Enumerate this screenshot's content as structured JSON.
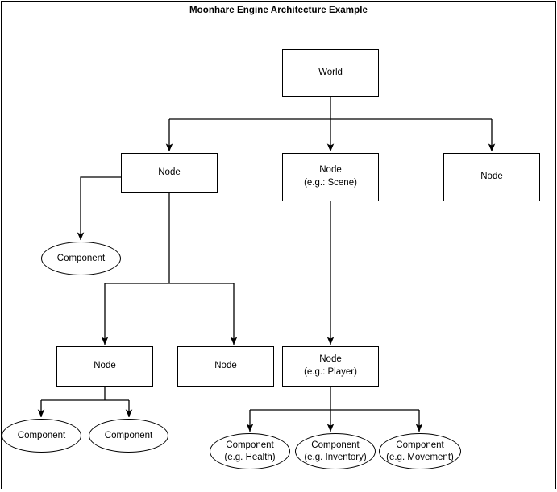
{
  "window": {
    "title": "Moonhare Engine Architecture Example"
  },
  "diagram": {
    "type": "tree-hierarchy",
    "nodes": [
      {
        "id": "world",
        "shape": "rect",
        "line1": "World",
        "line2": ""
      },
      {
        "id": "node-a",
        "shape": "rect",
        "line1": "Node",
        "line2": ""
      },
      {
        "id": "node-scene",
        "shape": "rect",
        "line1": "Node",
        "line2": "(e.g.: Scene)"
      },
      {
        "id": "node-c",
        "shape": "rect",
        "line1": "Node",
        "line2": ""
      },
      {
        "id": "comp-a",
        "shape": "ellipse",
        "line1": "Component",
        "line2": ""
      },
      {
        "id": "node-d",
        "shape": "rect",
        "line1": "Node",
        "line2": ""
      },
      {
        "id": "node-e",
        "shape": "rect",
        "line1": "Node",
        "line2": ""
      },
      {
        "id": "node-player",
        "shape": "rect",
        "line1": "Node",
        "line2": "(e.g.: Player)"
      },
      {
        "id": "comp-b",
        "shape": "ellipse",
        "line1": "Component",
        "line2": ""
      },
      {
        "id": "comp-c",
        "shape": "ellipse",
        "line1": "Component",
        "line2": ""
      },
      {
        "id": "comp-health",
        "shape": "ellipse",
        "line1": "Component",
        "line2": "(e.g. Health)"
      },
      {
        "id": "comp-inventory",
        "shape": "ellipse",
        "line1": "Component",
        "line2": "(e.g. Inventory)"
      },
      {
        "id": "comp-movement",
        "shape": "ellipse",
        "line1": "Component",
        "line2": "(e.g. Movement)"
      }
    ],
    "colors": {
      "stroke": "#000000",
      "fill": "#ffffff",
      "text": "#000000"
    }
  }
}
